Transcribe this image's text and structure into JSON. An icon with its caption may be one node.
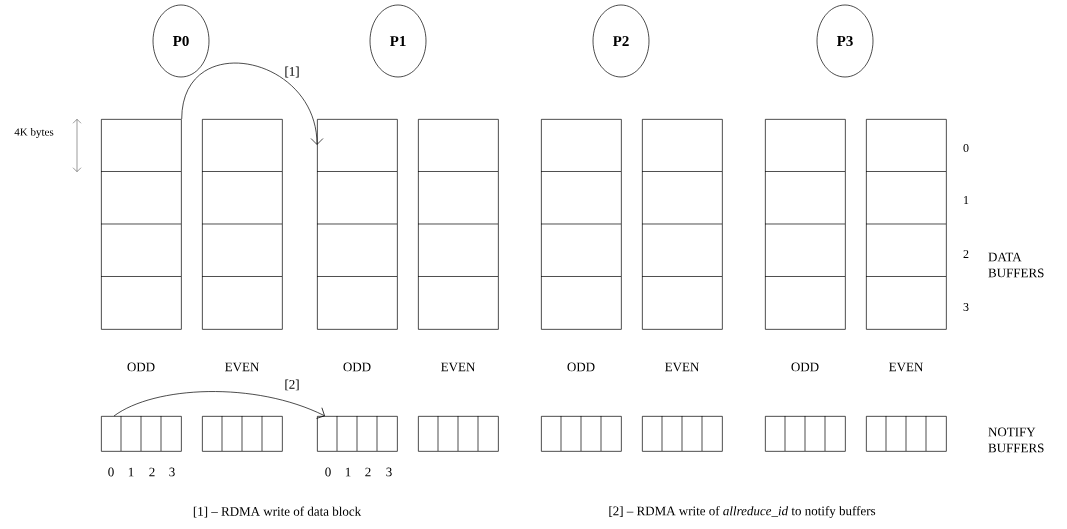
{
  "diagram": {
    "nodes": [
      {
        "text": [
          "P0"
        ]
      },
      {
        "text": [
          "P1"
        ]
      },
      {
        "text": [
          "P2"
        ]
      },
      {
        "text": [
          "P3"
        ]
      },
      {
        "text": [],
        "shape": "box",
        "beside": [
          "ODD"
        ]
      },
      {
        "text": [],
        "shape": "box",
        "beside": [
          "EVEN"
        ]
      },
      {
        "text": [],
        "shape": "box",
        "beside": [
          "ODD"
        ]
      },
      {
        "text": [],
        "shape": "box",
        "beside": [
          "EVEN"
        ]
      },
      {
        "text": [],
        "shape": "box",
        "beside": [
          "ODD"
        ]
      },
      {
        "text": [],
        "shape": "box",
        "beside": [
          "EVEN"
        ]
      },
      {
        "text": [],
        "shape": "box",
        "beside": [
          "ODD"
        ]
      },
      {
        "text": [],
        "shape": "box",
        "beside": [
          "EVEN"
        ]
      },
      {
        "text": [],
        "shape": "box"
      },
      {
        "text": [],
        "shape": "box"
      },
      {
        "text": [],
        "shape": "box"
      },
      {
        "text": [],
        "shape": "box"
      },
      {
        "text": [],
        "shape": "box"
      },
      {
        "text": [],
        "shape": "box"
      },
      {
        "text": [],
        "shape": "box"
      },
      {
        "text": [],
        "shape": "box"
      }
    ],
    "edges": [
      {
        "from": 4,
        "to": 6,
        "arrow": "to",
        "label": "[1]"
      },
      {
        "from": 12,
        "to": 14,
        "arrow": "to",
        "label": "[2]"
      }
    ],
    "labels": [
      "4K bytes",
      "0",
      "1",
      "2",
      "3",
      "DATA BUFFERS",
      "NOTIFY BUFFERS",
      "0",
      "1",
      "2",
      "3",
      "0",
      "1",
      "2",
      "3",
      "[1] – RDMA write of data block",
      "[2] – RDMA write of *allreduce_id* to notify buffers"
    ]
  }
}
